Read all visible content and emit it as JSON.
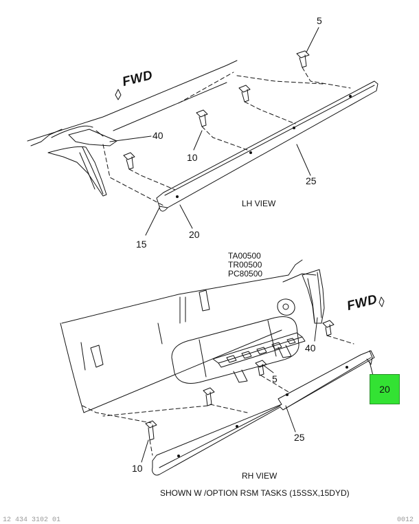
{
  "diagram": {
    "fwd_label_top": "FWD",
    "fwd_label_bottom": "FWD",
    "lh_view": "LH VIEW",
    "rh_view": "RH VIEW",
    "codes": [
      "TA00500",
      "TR00500",
      "PC80500"
    ],
    "caption": "SHOWN W /OPTION RSM TASKS (15SSX,15DYD)",
    "callouts_top": {
      "c5": "5",
      "c40": "40",
      "c10": "10",
      "c25": "25",
      "c15": "15",
      "c20": "20"
    },
    "callouts_bottom": {
      "c40": "40",
      "c5": "5",
      "c10": "10",
      "c25": "25"
    },
    "highlighted_callout": "20",
    "highlight_color": "#33e233",
    "footer_left": "12 434 3102 01",
    "footer_right": "0012"
  }
}
